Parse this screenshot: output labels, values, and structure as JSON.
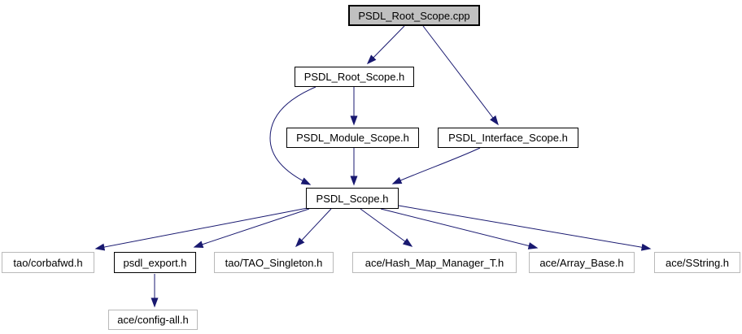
{
  "graph": {
    "type": "include-dependency-graph",
    "root_file": "PSDL_Root_Scope.cpp"
  },
  "nodes": {
    "root_cpp": {
      "label": "PSDL_Root_Scope.cpp"
    },
    "root_h": {
      "label": "PSDL_Root_Scope.h"
    },
    "module_h": {
      "label": "PSDL_Module_Scope.h"
    },
    "interface_h": {
      "label": "PSDL_Interface_Scope.h"
    },
    "scope_h": {
      "label": "PSDL_Scope.h"
    },
    "corbafwd_h": {
      "label": "tao/corbafwd.h"
    },
    "psdl_export_h": {
      "label": "psdl_export.h"
    },
    "tao_singleton_h": {
      "label": "tao/TAO_Singleton.h"
    },
    "hash_map_h": {
      "label": "ace/Hash_Map_Manager_T.h"
    },
    "array_base_h": {
      "label": "ace/Array_Base.h"
    },
    "sstring_h": {
      "label": "ace/SString.h"
    },
    "config_all_h": {
      "label": "ace/config-all.h"
    }
  },
  "edges": [
    {
      "from": "PSDL_Root_Scope.cpp",
      "to": "PSDL_Root_Scope.h"
    },
    {
      "from": "PSDL_Root_Scope.cpp",
      "to": "PSDL_Interface_Scope.h"
    },
    {
      "from": "PSDL_Root_Scope.h",
      "to": "PSDL_Module_Scope.h"
    },
    {
      "from": "PSDL_Root_Scope.h",
      "to": "PSDL_Scope.h"
    },
    {
      "from": "PSDL_Module_Scope.h",
      "to": "PSDL_Scope.h"
    },
    {
      "from": "PSDL_Interface_Scope.h",
      "to": "PSDL_Scope.h"
    },
    {
      "from": "PSDL_Scope.h",
      "to": "tao/corbafwd.h"
    },
    {
      "from": "PSDL_Scope.h",
      "to": "psdl_export.h"
    },
    {
      "from": "PSDL_Scope.h",
      "to": "tao/TAO_Singleton.h"
    },
    {
      "from": "PSDL_Scope.h",
      "to": "ace/Hash_Map_Manager_T.h"
    },
    {
      "from": "PSDL_Scope.h",
      "to": "ace/Array_Base.h"
    },
    {
      "from": "PSDL_Scope.h",
      "to": "ace/SString.h"
    },
    {
      "from": "psdl_export.h",
      "to": "ace/config-all.h"
    }
  ],
  "colors": {
    "edge": "#191970",
    "node_fill": "#ffffff",
    "root_node_fill": "#c0c0c0",
    "documented_border": "#000000",
    "external_border": "#b9b9b9",
    "background": "#ffffff"
  }
}
